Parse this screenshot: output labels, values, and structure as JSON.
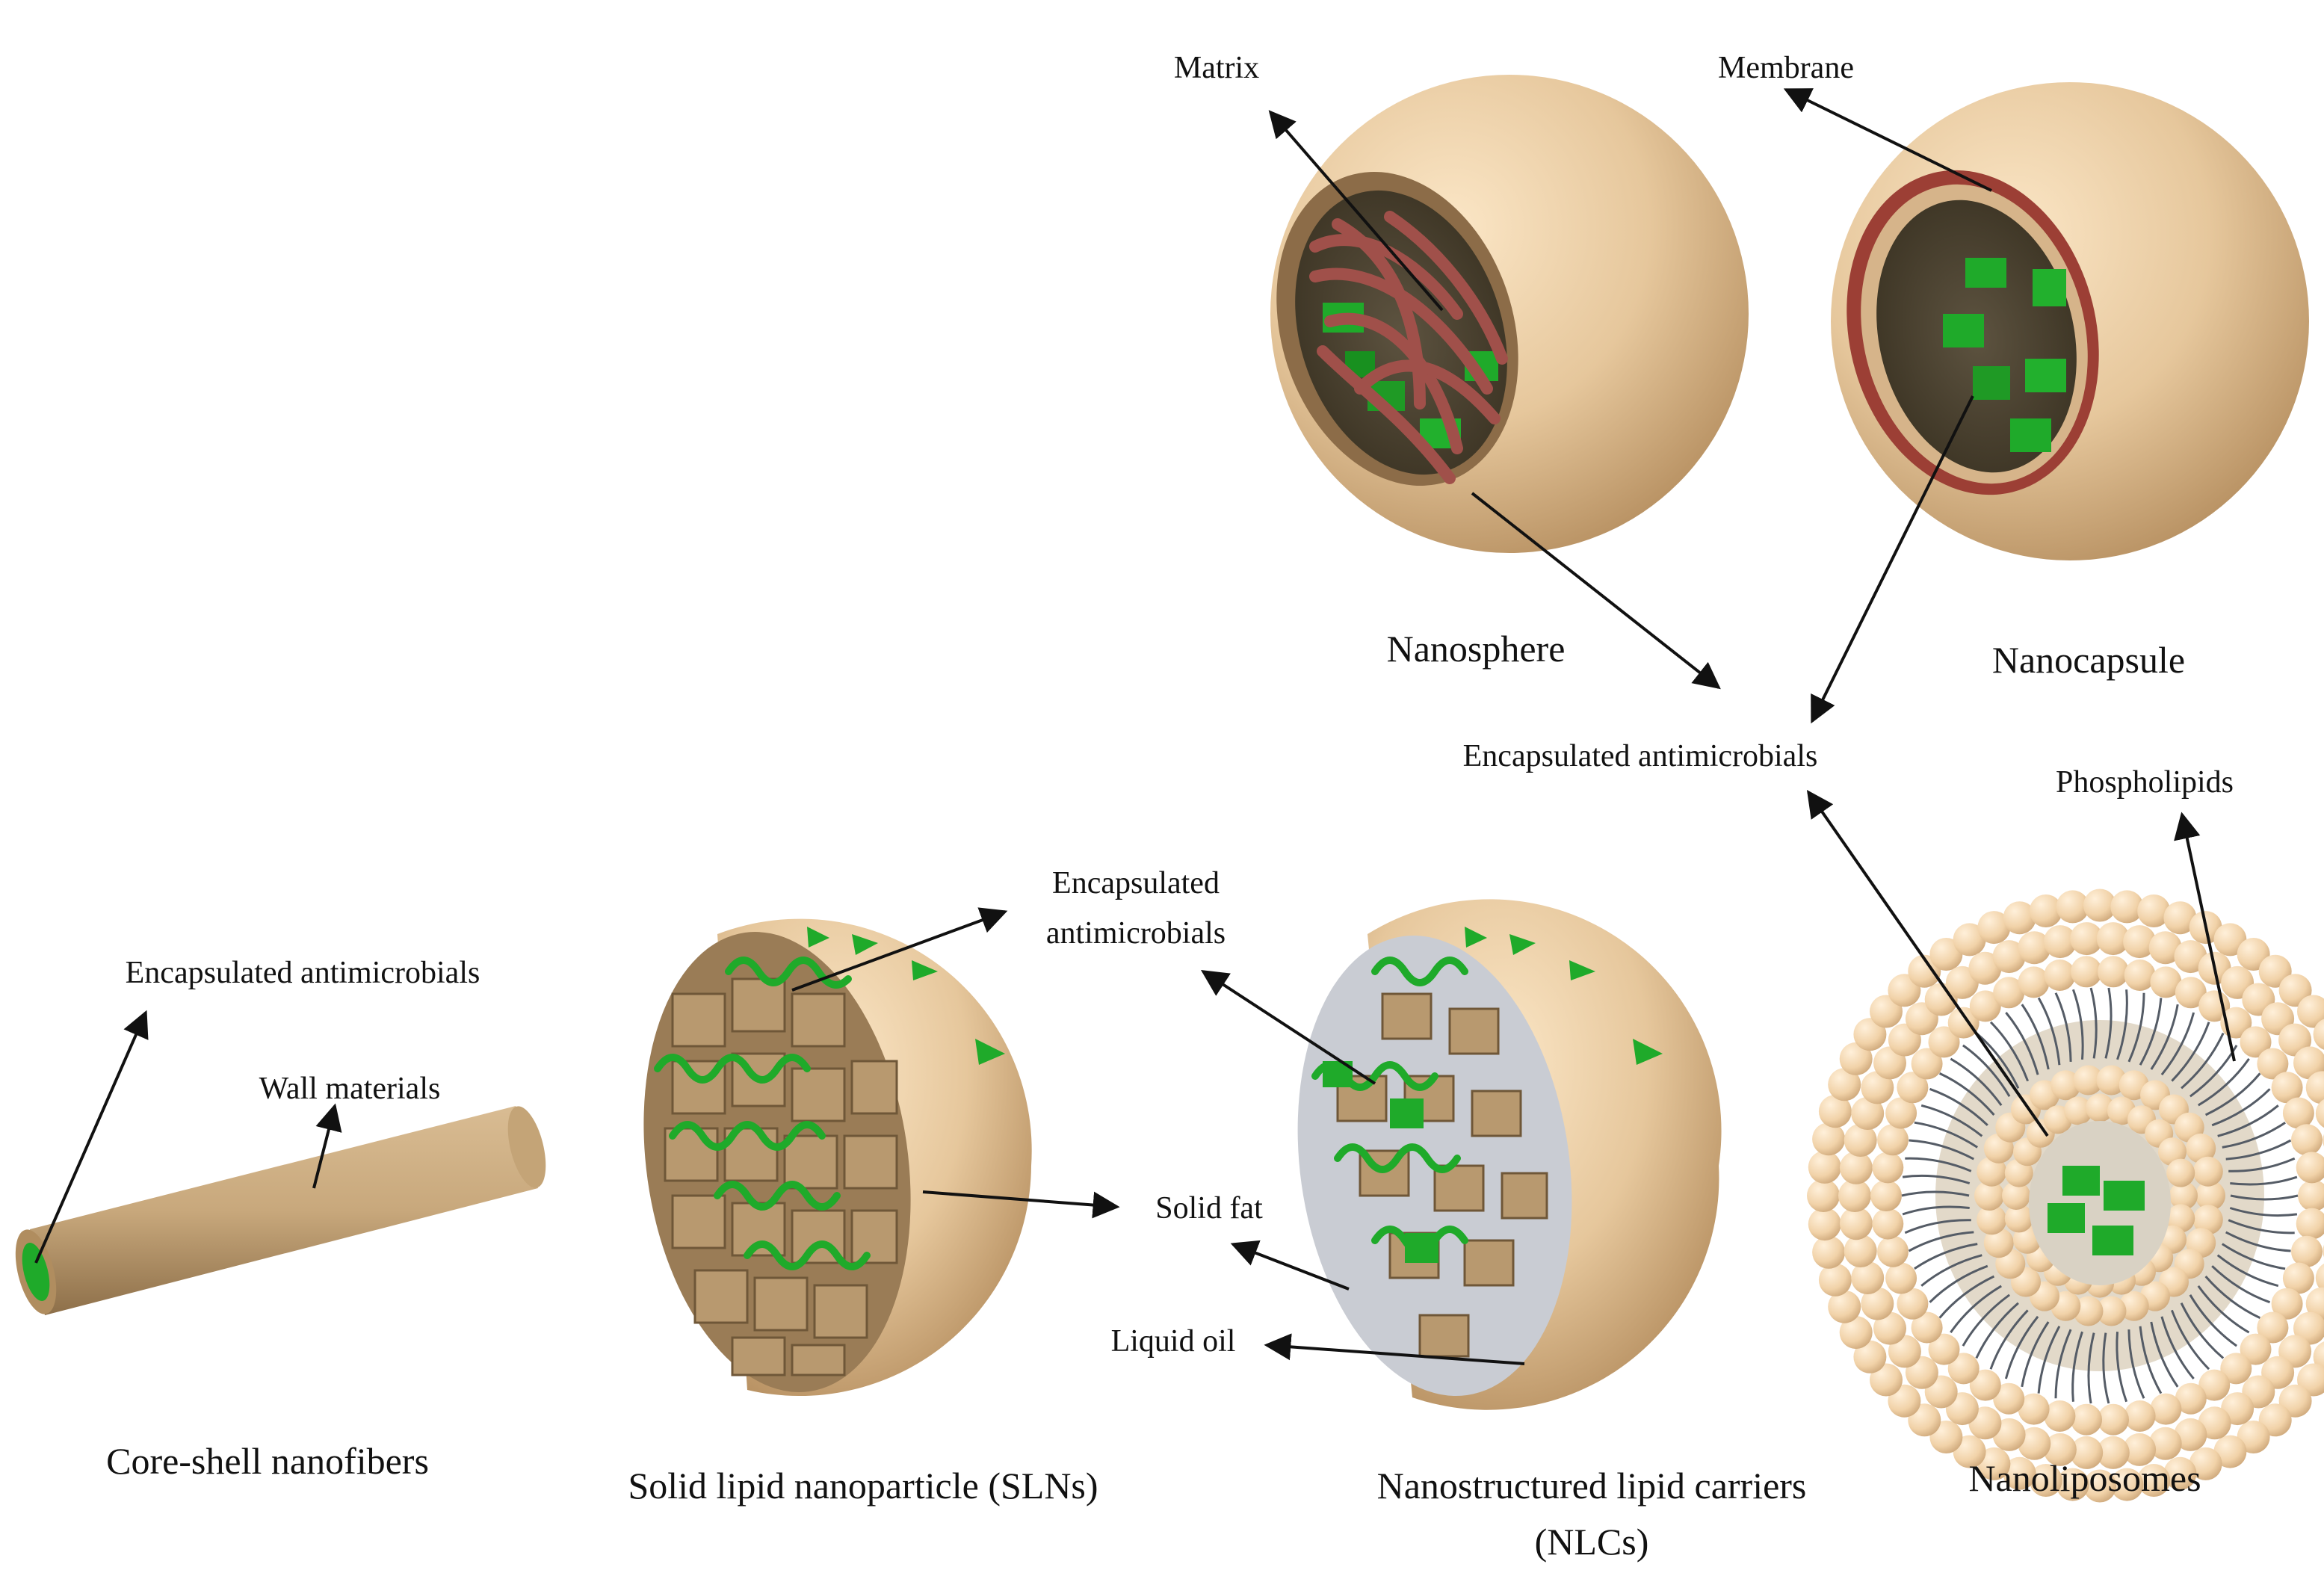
{
  "labels": {
    "matrix": "Matrix",
    "membrane": "Membrane",
    "nanosphere": "Nanosphere",
    "nanocapsule": "Nanocapsule",
    "encapsulated_antimicrobials_top": "Encapsulated antimicrobials",
    "phospholipids": "Phospholipids",
    "encapsulated_antimicrobials_left": "Encapsulated antimicrobials",
    "wall_materials": "Wall materials",
    "encapsulated_line1": "Encapsulated",
    "encapsulated_line2": "antimicrobials",
    "solid_fat": "Solid fat",
    "liquid_oil": "Liquid oil",
    "core_shell_nanofibers": "Core-shell nanofibers",
    "sln": "Solid lipid nanoparticle (SLNs)",
    "nlc_line1": "Nanostructured lipid carriers",
    "nlc_line2": "(NLCs)",
    "nanoliposomes": "Nanoliposomes"
  },
  "colors": {
    "shell": "#e6c79c",
    "shell_dark": "#c9a574",
    "interior": "#4a4130",
    "antimicrobial_green": "#1faa2a",
    "matrix_fiber": "#a0504a",
    "membrane_red": "#9c3f35",
    "fat_block": "#a88966",
    "liquid_oil": "#c9ccd3",
    "phospholipid_bead": "#f1d2a8",
    "arrow": "#111111"
  }
}
